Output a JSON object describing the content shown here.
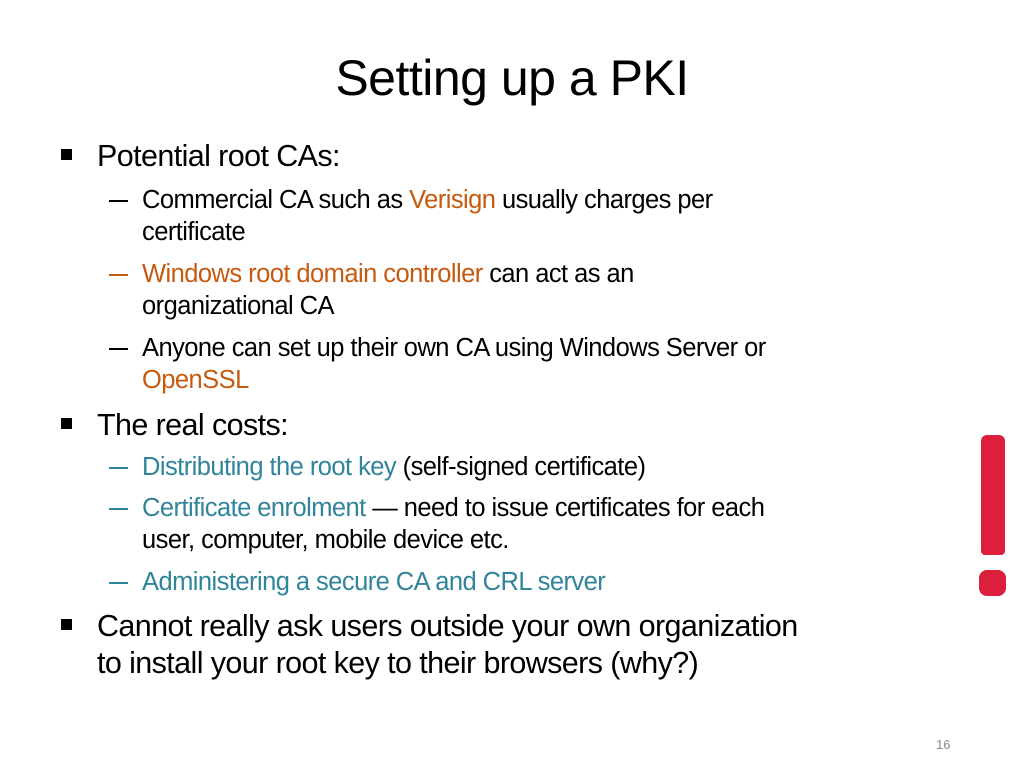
{
  "slide": {
    "title": "Setting up a PKI",
    "page_number": "16",
    "colors": {
      "orange": "#C55A11",
      "teal": "#31849B",
      "alert": "#DC1F3C",
      "text": "#000000"
    },
    "icons": {
      "bullet": "square-bullet-icon",
      "sub_bullet": "dash-bullet-icon",
      "alert": "exclamation-icon"
    }
  },
  "bullets": [
    {
      "text": "Potential root CAs:",
      "sub": [
        {
          "line1": {
            "a": "Commercial CA such as ",
            "b": "Verisign",
            "c": " usually charges per"
          },
          "line2": "certificate"
        },
        {
          "line1": {
            "a": "Windows root domain controller",
            "b": " can act as an"
          },
          "line2": "organizational CA"
        },
        {
          "line1": "Anyone can set up their own CA using Windows Server or",
          "line2": "OpenSSL"
        }
      ]
    },
    {
      "text": "The real costs:",
      "sub": [
        {
          "line1": {
            "a": "Distributing the root key",
            "b": " (self-signed certificate)"
          }
        },
        {
          "line1": {
            "a": "Certificate enrolment",
            "b": " — need to issue certificates for each"
          },
          "line2": "user, computer, mobile device etc."
        },
        {
          "line1": "Administering a secure CA and CRL server"
        }
      ]
    },
    {
      "line1": "Cannot really ask users outside your own organization",
      "line2": "to install your root key to their browsers (why?)"
    }
  ]
}
